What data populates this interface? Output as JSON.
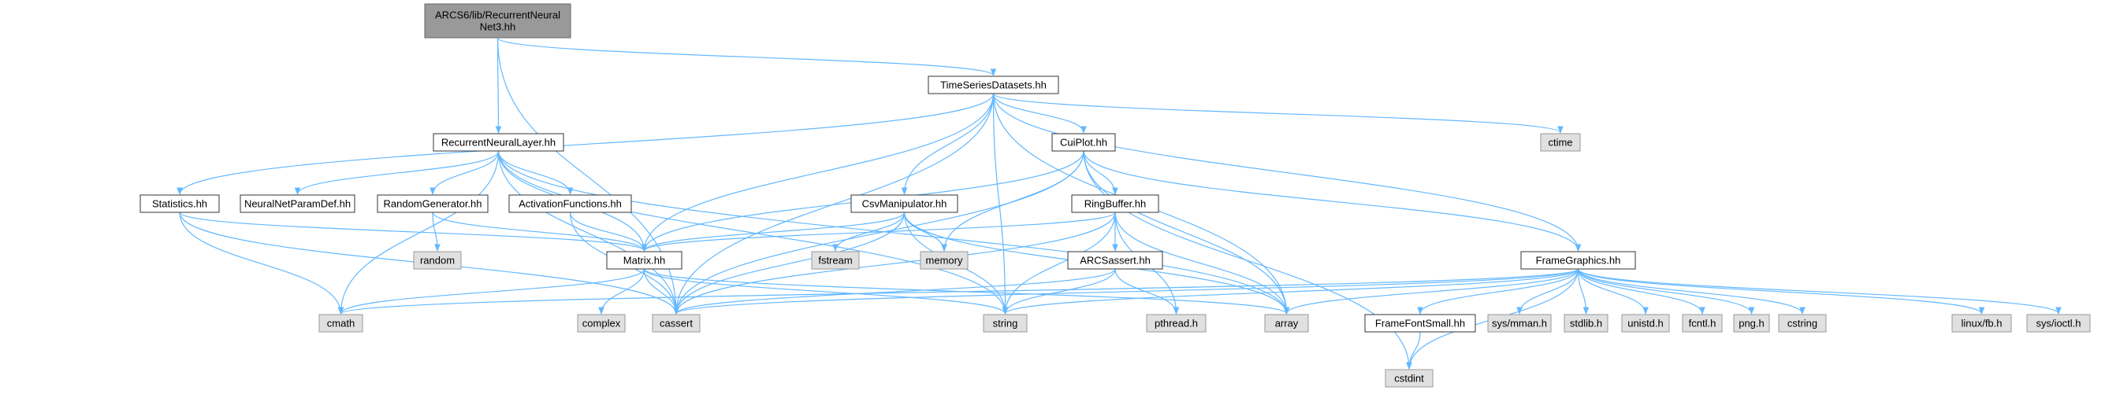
{
  "graph": {
    "colors": {
      "edge": "#63b8ff",
      "root_fill": "#999999",
      "root_stroke": "#666666",
      "local_fill": "#ffffff",
      "local_stroke": "#333333",
      "system_fill": "#e0e0e0",
      "system_stroke": "#999999"
    },
    "nodes": [
      {
        "id": "root",
        "kind": "root",
        "label_lines": [
          "ARCS6/lib/RecurrentNeural",
          "Net3.hh"
        ]
      },
      {
        "id": "timeseries",
        "kind": "local",
        "label_lines": [
          "TimeSeriesDatasets.hh"
        ]
      },
      {
        "id": "rnnlayer",
        "kind": "local",
        "label_lines": [
          "RecurrentNeuralLayer.hh"
        ]
      },
      {
        "id": "ctime",
        "kind": "system",
        "label_lines": [
          "ctime"
        ]
      },
      {
        "id": "cuiplot",
        "kind": "local",
        "label_lines": [
          "CuiPlot.hh"
        ]
      },
      {
        "id": "statistics",
        "kind": "local",
        "label_lines": [
          "Statistics.hh"
        ]
      },
      {
        "id": "nnparam",
        "kind": "local",
        "label_lines": [
          "NeuralNetParamDef.hh"
        ]
      },
      {
        "id": "randomgen",
        "kind": "local",
        "label_lines": [
          "RandomGenerator.hh"
        ]
      },
      {
        "id": "activation",
        "kind": "local",
        "label_lines": [
          "ActivationFunctions.hh"
        ]
      },
      {
        "id": "csvmanip",
        "kind": "local",
        "label_lines": [
          "CsvManipulator.hh"
        ]
      },
      {
        "id": "ringbuffer",
        "kind": "local",
        "label_lines": [
          "RingBuffer.hh"
        ]
      },
      {
        "id": "random",
        "kind": "system",
        "label_lines": [
          "random"
        ]
      },
      {
        "id": "fstream",
        "kind": "system",
        "label_lines": [
          "fstream"
        ]
      },
      {
        "id": "memory",
        "kind": "system",
        "label_lines": [
          "memory"
        ]
      },
      {
        "id": "arcsassert",
        "kind": "local",
        "label_lines": [
          "ARCSassert.hh"
        ]
      },
      {
        "id": "framegraphics",
        "kind": "local",
        "label_lines": [
          "FrameGraphics.hh"
        ]
      },
      {
        "id": "matrix",
        "kind": "local",
        "label_lines": [
          "Matrix.hh"
        ]
      },
      {
        "id": "cmath",
        "kind": "system",
        "label_lines": [
          "cmath"
        ]
      },
      {
        "id": "complex",
        "kind": "system",
        "label_lines": [
          "complex"
        ]
      },
      {
        "id": "cassert",
        "kind": "system",
        "label_lines": [
          "cassert"
        ]
      },
      {
        "id": "string",
        "kind": "system",
        "label_lines": [
          "string"
        ]
      },
      {
        "id": "pthread",
        "kind": "system",
        "label_lines": [
          "pthread.h"
        ]
      },
      {
        "id": "array",
        "kind": "system",
        "label_lines": [
          "array"
        ]
      },
      {
        "id": "framefont",
        "kind": "local",
        "label_lines": [
          "FrameFontSmall.hh"
        ]
      },
      {
        "id": "sysmman",
        "kind": "system",
        "label_lines": [
          "sys/mman.h"
        ]
      },
      {
        "id": "stdlib",
        "kind": "system",
        "label_lines": [
          "stdlib.h"
        ]
      },
      {
        "id": "unistd",
        "kind": "system",
        "label_lines": [
          "unistd.h"
        ]
      },
      {
        "id": "fcntl",
        "kind": "system",
        "label_lines": [
          "fcntl.h"
        ]
      },
      {
        "id": "png",
        "kind": "system",
        "label_lines": [
          "png.h"
        ]
      },
      {
        "id": "cstring",
        "kind": "system",
        "label_lines": [
          "cstring"
        ]
      },
      {
        "id": "linuxfb",
        "kind": "system",
        "label_lines": [
          "linux/fb.h"
        ]
      },
      {
        "id": "sysioctl",
        "kind": "system",
        "label_lines": [
          "sys/ioctl.h"
        ]
      },
      {
        "id": "cstdint",
        "kind": "system",
        "label_lines": [
          "cstdint"
        ]
      }
    ],
    "edges": [
      [
        "root",
        "timeseries"
      ],
      [
        "root",
        "rnnlayer"
      ],
      [
        "root",
        "cassert"
      ],
      [
        "timeseries",
        "ctime"
      ],
      [
        "timeseries",
        "cuiplot"
      ],
      [
        "timeseries",
        "statistics"
      ],
      [
        "timeseries",
        "csvmanip"
      ],
      [
        "timeseries",
        "framegraphics"
      ],
      [
        "timeseries",
        "matrix"
      ],
      [
        "timeseries",
        "string"
      ],
      [
        "timeseries",
        "array"
      ],
      [
        "timeseries",
        "cassert"
      ],
      [
        "rnnlayer",
        "nnparam"
      ],
      [
        "rnnlayer",
        "randomgen"
      ],
      [
        "rnnlayer",
        "activation"
      ],
      [
        "rnnlayer",
        "matrix"
      ],
      [
        "rnnlayer",
        "cmath"
      ],
      [
        "rnnlayer",
        "cassert"
      ],
      [
        "rnnlayer",
        "string"
      ],
      [
        "rnnlayer",
        "array"
      ],
      [
        "cuiplot",
        "ringbuffer"
      ],
      [
        "cuiplot",
        "framegraphics"
      ],
      [
        "cuiplot",
        "matrix"
      ],
      [
        "cuiplot",
        "memory"
      ],
      [
        "cuiplot",
        "cassert"
      ],
      [
        "cuiplot",
        "array"
      ],
      [
        "cuiplot",
        "cstdint"
      ],
      [
        "statistics",
        "matrix"
      ],
      [
        "statistics",
        "cmath"
      ],
      [
        "statistics",
        "cassert"
      ],
      [
        "randomgen",
        "random"
      ],
      [
        "randomgen",
        "matrix"
      ],
      [
        "activation",
        "matrix"
      ],
      [
        "activation",
        "cassert"
      ],
      [
        "csvmanip",
        "fstream"
      ],
      [
        "csvmanip",
        "memory"
      ],
      [
        "csvmanip",
        "matrix"
      ],
      [
        "csvmanip",
        "string"
      ],
      [
        "csvmanip",
        "cassert"
      ],
      [
        "csvmanip",
        "array"
      ],
      [
        "ringbuffer",
        "arcsassert"
      ],
      [
        "ringbuffer",
        "matrix"
      ],
      [
        "ringbuffer",
        "array"
      ],
      [
        "ringbuffer",
        "pthread"
      ],
      [
        "ringbuffer",
        "string"
      ],
      [
        "ringbuffer",
        "cassert"
      ],
      [
        "arcsassert",
        "cassert"
      ],
      [
        "arcsassert",
        "string"
      ],
      [
        "arcsassert",
        "pthread"
      ],
      [
        "matrix",
        "cmath"
      ],
      [
        "matrix",
        "complex"
      ],
      [
        "matrix",
        "cassert"
      ],
      [
        "matrix",
        "string"
      ],
      [
        "matrix",
        "array"
      ],
      [
        "framegraphics",
        "framefont"
      ],
      [
        "framegraphics",
        "sysmman"
      ],
      [
        "framegraphics",
        "stdlib"
      ],
      [
        "framegraphics",
        "unistd"
      ],
      [
        "framegraphics",
        "fcntl"
      ],
      [
        "framegraphics",
        "png"
      ],
      [
        "framegraphics",
        "cstring"
      ],
      [
        "framegraphics",
        "linuxfb"
      ],
      [
        "framegraphics",
        "sysioctl"
      ],
      [
        "framegraphics",
        "cstdint"
      ],
      [
        "framegraphics",
        "cassert"
      ],
      [
        "framegraphics",
        "string"
      ],
      [
        "framegraphics",
        "array"
      ],
      [
        "framegraphics",
        "cmath"
      ],
      [
        "framefont",
        "cstdint"
      ]
    ]
  }
}
